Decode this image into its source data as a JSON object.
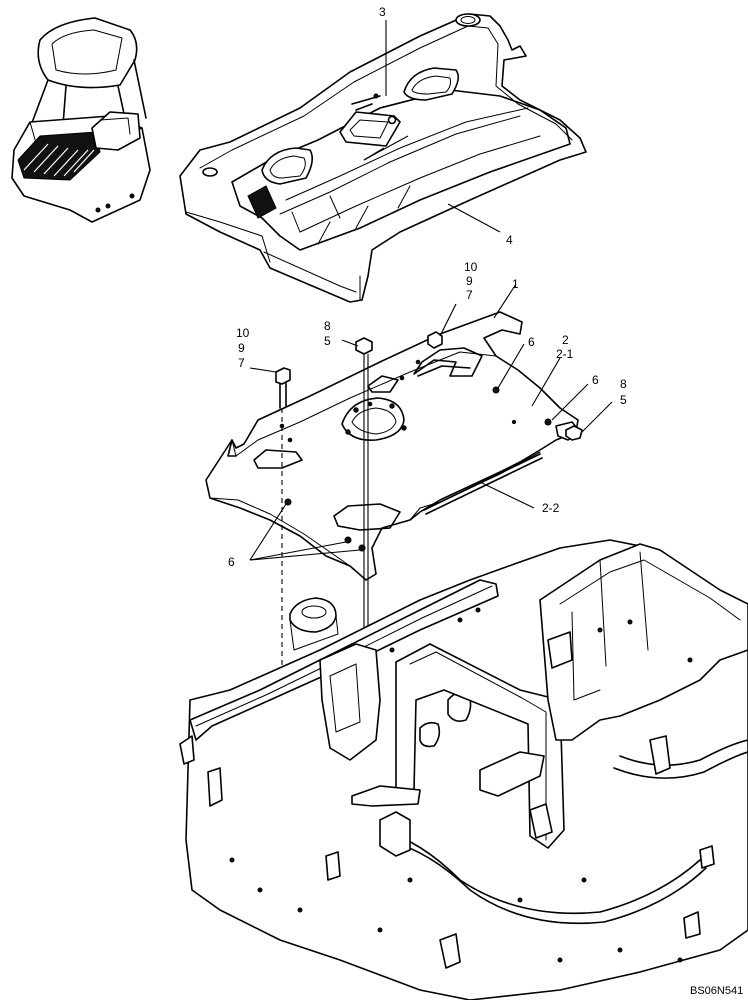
{
  "callouts": {
    "c3": "3",
    "c4": "4",
    "c1": "1",
    "c2": "2",
    "c2_1": "2-1",
    "c2_2": "2-2",
    "c6_top": "6",
    "c6_right": "6",
    "c6_bottom": "6",
    "c8_left": "8",
    "c5_left": "5",
    "c8_right": "8",
    "c5_right": "5",
    "c10_top": "10",
    "c9_top": "9",
    "c7_top": "7",
    "c10_left": "10",
    "c9_left": "9",
    "c7_left": "7"
  },
  "figure_code": "BS06N541"
}
